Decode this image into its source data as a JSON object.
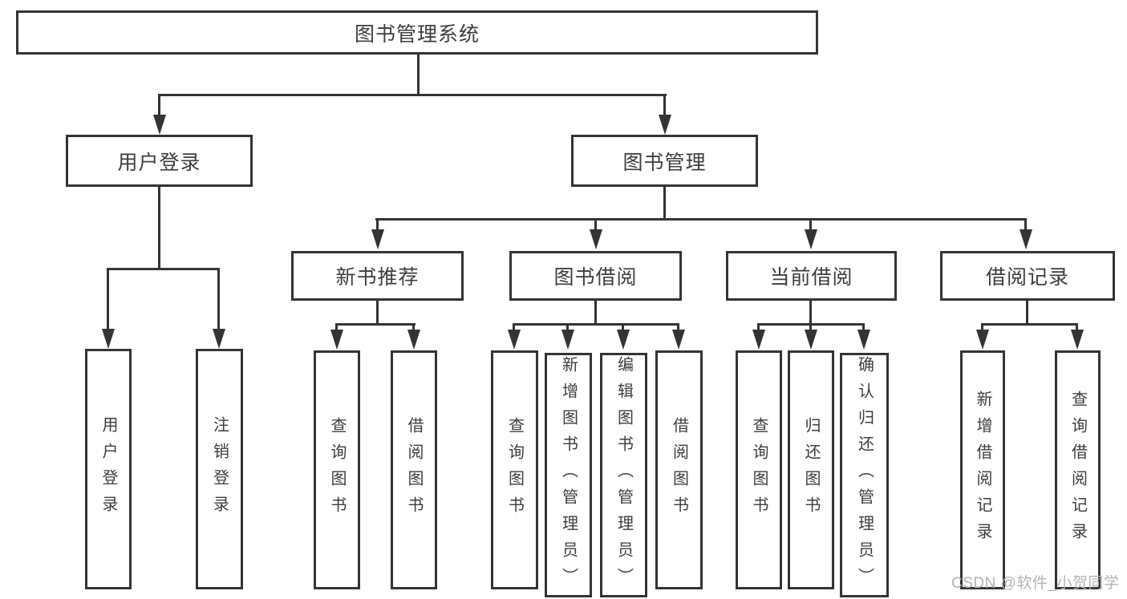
{
  "tree": {
    "label": "图书管理系统",
    "children": [
      {
        "label": "用户登录",
        "children": [
          {
            "label": "用户登录"
          },
          {
            "label": "注销登录"
          }
        ]
      },
      {
        "label": "图书管理",
        "children": [
          {
            "label": "新书推荐",
            "children": [
              {
                "label": "查询图书"
              },
              {
                "label": "借阅图书"
              }
            ]
          },
          {
            "label": "图书借阅",
            "children": [
              {
                "label": "查询图书"
              },
              {
                "label": "新增图书（管理员）"
              },
              {
                "label": "编辑图书（管理员）"
              },
              {
                "label": "借阅图书"
              }
            ]
          },
          {
            "label": "当前借阅",
            "children": [
              {
                "label": "查询图书"
              },
              {
                "label": "归还图书"
              },
              {
                "label": "确认归还（管理员）"
              }
            ]
          },
          {
            "label": "借阅记录",
            "children": [
              {
                "label": "新增借阅记录"
              },
              {
                "label": "查询借阅记录"
              }
            ]
          }
        ]
      }
    ]
  },
  "watermark": {
    "text": "CSDN @软件_小贺同学"
  },
  "colors": {
    "line": "#343434",
    "text": "#3d3d3d",
    "watermark": "#b3b3b3",
    "background": "#ffffff"
  }
}
